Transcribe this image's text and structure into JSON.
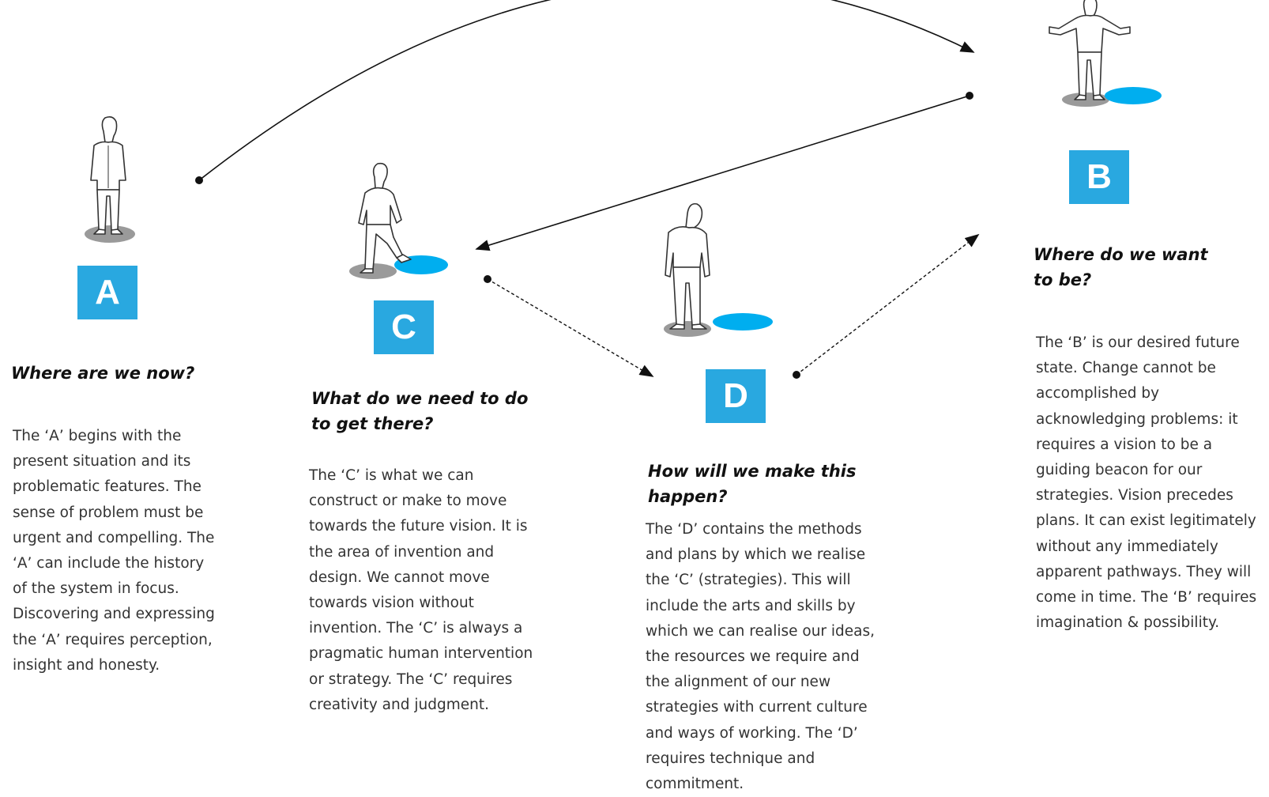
{
  "colors": {
    "accent_blue": "#29a8e0",
    "step_blue": "#00aeef",
    "shadow_grey": "#9a9a9a",
    "connector": "#111111"
  },
  "icons": {
    "A": "person-standing-icon",
    "C": "person-stepping-icon",
    "D": "person-looking-down-icon",
    "B": "person-shrugging-icon"
  },
  "nodes": {
    "A": {
      "letter": "A",
      "heading": "Where are we now?",
      "lines": [
        "The ‘A’ begins with the",
        "present situation and its",
        "problematic features. The",
        "sense of problem must be",
        "urgent and compelling. The",
        "‘A’ can include the history",
        "of the system in focus.",
        "Discovering and expressing",
        "the ‘A’ requires perception,",
        "insight and honesty."
      ]
    },
    "C": {
      "letter": "C",
      "heading_lines": [
        "What do we need to do",
        "to get there?"
      ],
      "lines": [
        "The ‘C’ is what we can",
        "construct or make to move",
        "towards the future vision. It is",
        "the area of invention and",
        "design. We cannot move",
        "towards vision without",
        "invention. The ‘C’ is always a",
        "pragmatic human intervention",
        "or strategy. The ‘C’ requires",
        "creativity and judgment."
      ]
    },
    "D": {
      "letter": "D",
      "heading_lines": [
        "How will we make this",
        "happen?"
      ],
      "lines": [
        "The ‘D’ contains the methods",
        "and plans by which we realise",
        "the ‘C’ (strategies). This will",
        "include the arts and skills by",
        "which we can realise our ideas,",
        "the resources we require and",
        "the alignment of our new",
        "strategies with current culture",
        "and ways of working. The ‘D’",
        "requires technique and",
        "commitment."
      ]
    },
    "B": {
      "letter": "B",
      "heading_lines": [
        "Where do we want",
        "to be?"
      ],
      "lines": [
        "The ‘B’ is our desired future",
        "state. Change cannot be",
        "accomplished by",
        "acknowledging problems: it",
        "requires a vision to be a",
        "guiding beacon for our",
        "strategies. Vision precedes",
        "plans. It can exist legitimately",
        "without any immediately",
        "apparent pathways. They will",
        "come in time. The ‘B’ requires",
        "imagination & possibility."
      ]
    }
  }
}
